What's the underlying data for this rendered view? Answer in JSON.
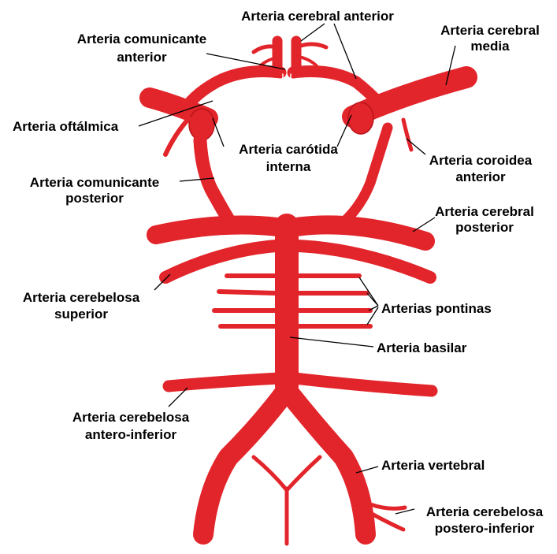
{
  "colors": {
    "artery": "#e2252b",
    "artery_dark": "#b8141a",
    "leader": "#000000",
    "background": "#ffffff"
  },
  "labels": {
    "cerebral_anterior": "Arteria cerebral anterior",
    "comunicante_anterior_1": "Arteria comunicante",
    "comunicante_anterior_2": "anterior",
    "cerebral_media_1": "Arteria cerebral",
    "cerebral_media_2": "media",
    "oftalmica": "Arteria oftálmica",
    "carotida_1": "Arteria carótida",
    "carotida_2": "interna",
    "coroidea_1": "Arteria coroidea",
    "coroidea_2": "anterior",
    "comunicante_posterior_1": "Arteria comunicante",
    "comunicante_posterior_2": "posterior",
    "cerebral_posterior_1": "Arteria cerebral",
    "cerebral_posterior_2": "posterior",
    "cerebelosa_superior_1": "Arteria cerebelosa",
    "cerebelosa_superior_2": "superior",
    "pontinas": "Arterias pontinas",
    "basilar": "Arteria basilar",
    "cerebelosa_ai_1": "Arteria cerebelosa",
    "cerebelosa_ai_2": "antero-inferior",
    "vertebral": "Arteria vertebral",
    "cerebelosa_pi_1": "Arteria cerebelosa",
    "cerebelosa_pi_2": "postero-inferior"
  }
}
